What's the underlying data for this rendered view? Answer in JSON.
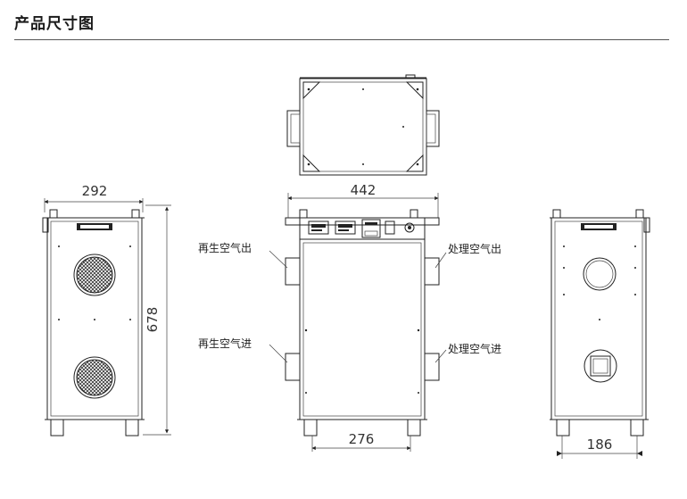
{
  "title": "产品尺寸图",
  "dimensions": {
    "side_width": "292",
    "height": "678",
    "front_width": "442",
    "front_base": "276",
    "right_base": "186"
  },
  "labels": {
    "regen_out": "再生空气出",
    "regen_in": "再生空气进",
    "process_out": "处理空气出",
    "process_in": "处理空气进"
  }
}
